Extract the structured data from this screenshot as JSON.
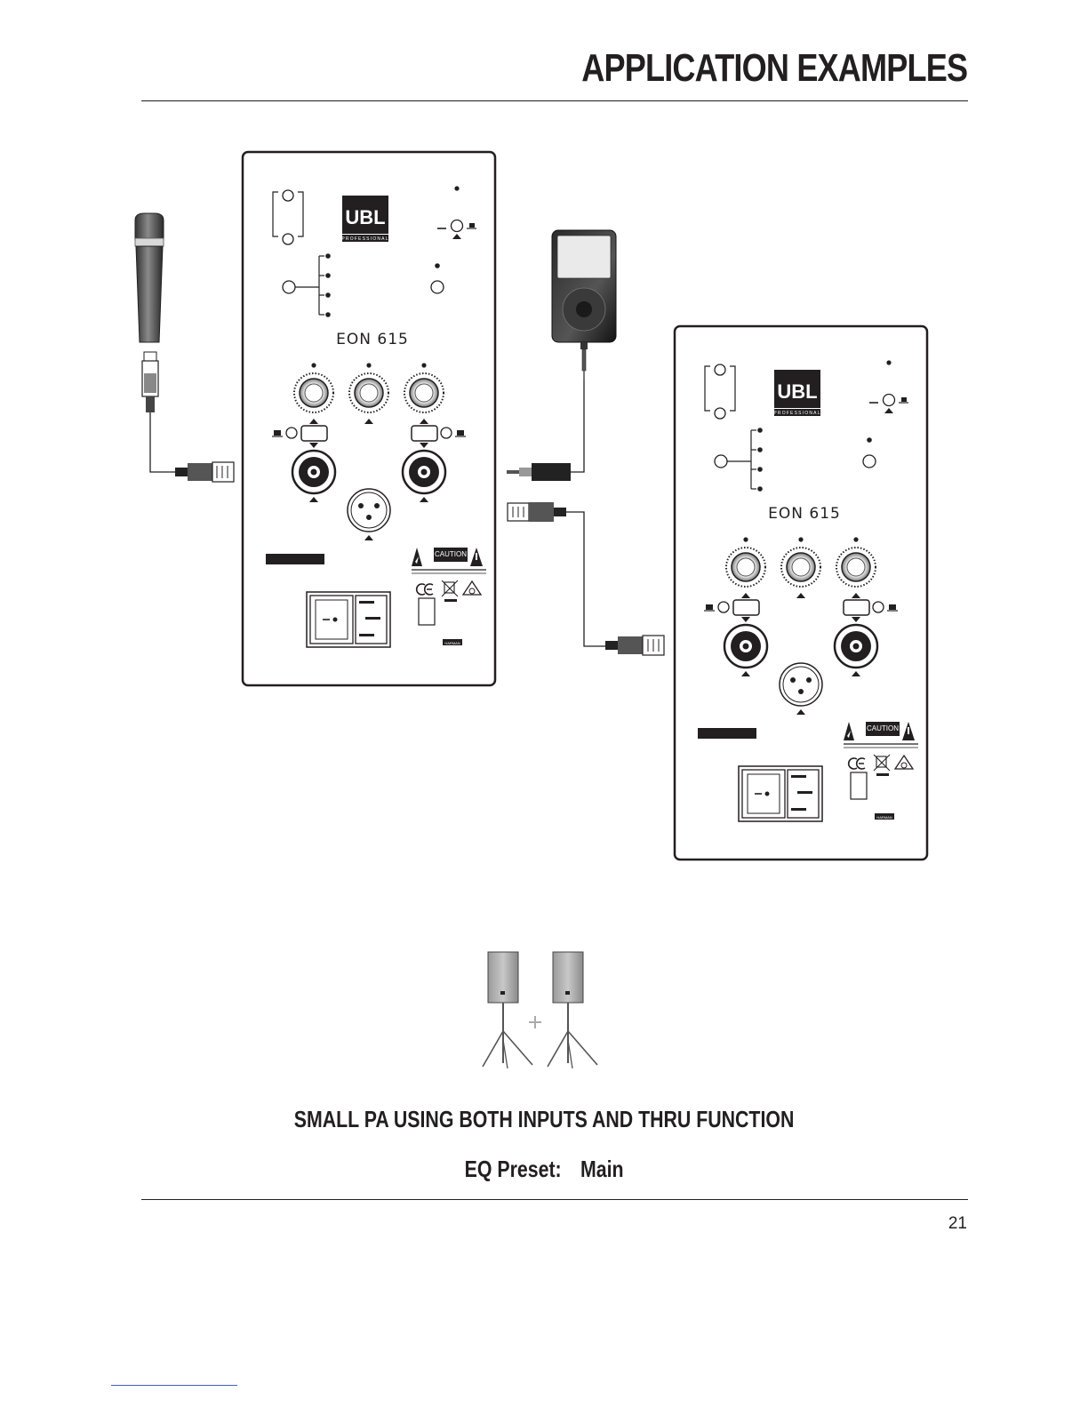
{
  "header": {
    "title": "APPLICATION EXAMPLES"
  },
  "panel_left": {
    "brand": "UBL",
    "brand_sub": "PROFESSIONAL",
    "model": "EON 615",
    "caution": "CAUTION",
    "maker": "HARMAN"
  },
  "panel_right": {
    "brand": "UBL",
    "brand_sub": "PROFESSIONAL",
    "model": "EON 615",
    "caution": "CAUTION",
    "maker": "HARMAN"
  },
  "caption": {
    "title": "SMALL PA USING BOTH INPUTS AND THRU FUNCTION",
    "eq_label": "EQ Preset:",
    "eq_value": "Main"
  },
  "footer": {
    "page_number": "21"
  }
}
